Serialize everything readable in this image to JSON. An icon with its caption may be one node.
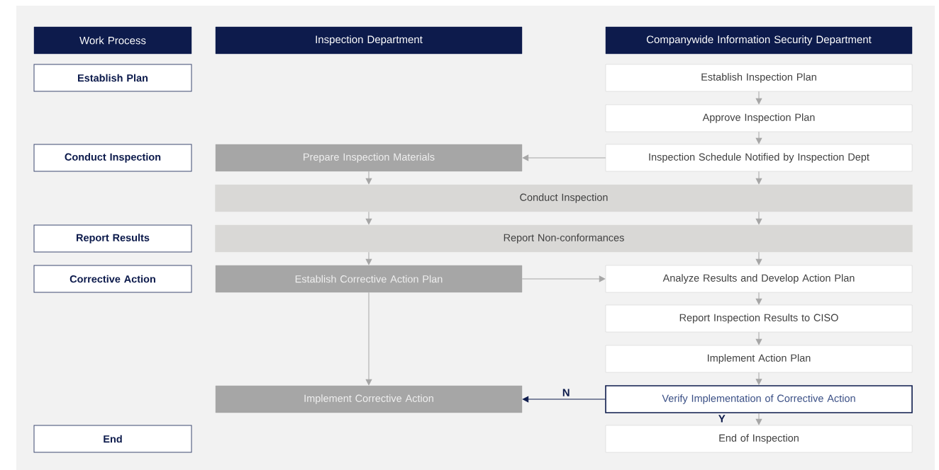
{
  "diagram": {
    "nodes": [
      {
        "text": [
          "Work Process"
        ]
      },
      {
        "text": [
          "Inspection Department"
        ]
      },
      {
        "text": [
          "Companywide Information Security Department"
        ]
      },
      {
        "text": [
          "Establish Plan"
        ]
      },
      {
        "text": [
          "Establish Inspection Plan"
        ]
      },
      {
        "text": [
          "Approve Inspection Plan"
        ]
      },
      {
        "text": [
          "Conduct Inspection"
        ]
      },
      {
        "text": [
          "Prepare Inspection Materials"
        ]
      },
      {
        "text": [
          "Inspection Schedule Notified by Inspection Dept"
        ]
      },
      {
        "text": [
          "Conduct Inspection"
        ]
      },
      {
        "text": [
          "Report Results"
        ]
      },
      {
        "text": [
          "Report Non-conformances"
        ]
      },
      {
        "text": [
          "Corrective Action"
        ]
      },
      {
        "text": [
          "Establish Corrective Action Plan"
        ]
      },
      {
        "text": [
          "Analyze Results and Develop Action Plan"
        ]
      },
      {
        "text": [
          "Report Inspection Results to CISO"
        ]
      },
      {
        "text": [
          "Implement Action Plan"
        ]
      },
      {
        "text": [
          "Implement Corrective Action"
        ]
      },
      {
        "text": [
          "Verify Implementation of Corrective Action"
        ]
      },
      {
        "text": [
          "End"
        ]
      },
      {
        "text": [
          "End of Inspection"
        ]
      }
    ],
    "edges": [
      {
        "from": 4,
        "to": 5,
        "arrow": "to"
      },
      {
        "from": 5,
        "to": 8,
        "arrow": "to"
      },
      {
        "from": 8,
        "to": 7,
        "arrow": "to"
      },
      {
        "from": 7,
        "to": 9,
        "arrow": "to"
      },
      {
        "from": 8,
        "to": 9,
        "arrow": "to"
      },
      {
        "from": 9,
        "to": 11,
        "arrow": "to"
      },
      {
        "from": 9,
        "to": 11,
        "arrow": "to"
      },
      {
        "from": 11,
        "to": 13,
        "arrow": "to"
      },
      {
        "from": 11,
        "to": 14,
        "arrow": "to"
      },
      {
        "from": 13,
        "to": 14,
        "arrow": "to"
      },
      {
        "from": 13,
        "to": 17,
        "arrow": "to"
      },
      {
        "from": 14,
        "to": 15,
        "arrow": "to"
      },
      {
        "from": 15,
        "to": 16,
        "arrow": "to"
      },
      {
        "from": 16,
        "to": 18,
        "arrow": "to"
      },
      {
        "from": 18,
        "to": 17,
        "arrow": "to",
        "label": "N",
        "color": "#0d1b4c"
      },
      {
        "from": 18,
        "to": 20,
        "arrow": "to",
        "label": "Y"
      }
    ]
  }
}
